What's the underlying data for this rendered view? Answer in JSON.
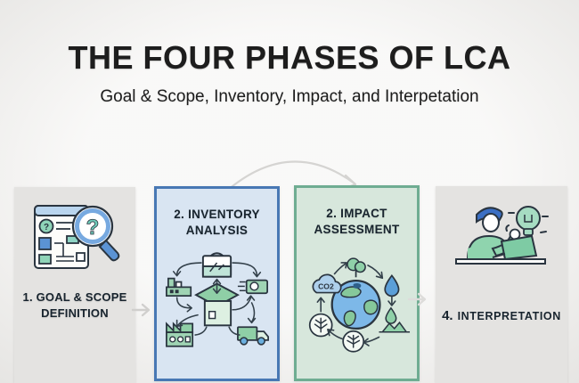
{
  "header": {
    "title": "THE FOUR PHASES OF LCA",
    "subtitle": "Goal & Scope, Inventory, Impact, and Interpetation"
  },
  "phases": {
    "goal_scope": {
      "line1": "1. GOAL & SCOPE",
      "line2": "DEFINITION"
    },
    "inventory": {
      "line1": "2. INVENTORY",
      "line2": "ANALYSIS"
    },
    "impact": {
      "line1": "2. IMPACT",
      "line2": "ASSESSMENT"
    },
    "interpretation": {
      "number": "4.",
      "label": "INTERPRETATION"
    }
  },
  "icons": {
    "goal_scope": "document-with-magnifier-question",
    "inventory": "product-lifecycle-flow",
    "impact": "earth-co2-water-tree-cycle",
    "interpretation": "person-at-laptop-with-idea-bulb",
    "question_mark": "?",
    "co2_label": "CO2"
  },
  "colors": {
    "page_bg": "#f2f1ef",
    "panel_neutral_bg": "#e4e3e1",
    "inventory_border": "#4878b4",
    "inventory_bg": "#d9e5f2",
    "impact_border": "#6fad92",
    "impact_bg": "#d7e7dc",
    "connector_arrow": "#d0cfcd",
    "title_color": "#1d1d1d",
    "outline_ink": "#2a3540",
    "accent_blue": "#4a7ebd",
    "accent_green": "#8fd0a8",
    "accent_teal": "#8fd4c4"
  }
}
